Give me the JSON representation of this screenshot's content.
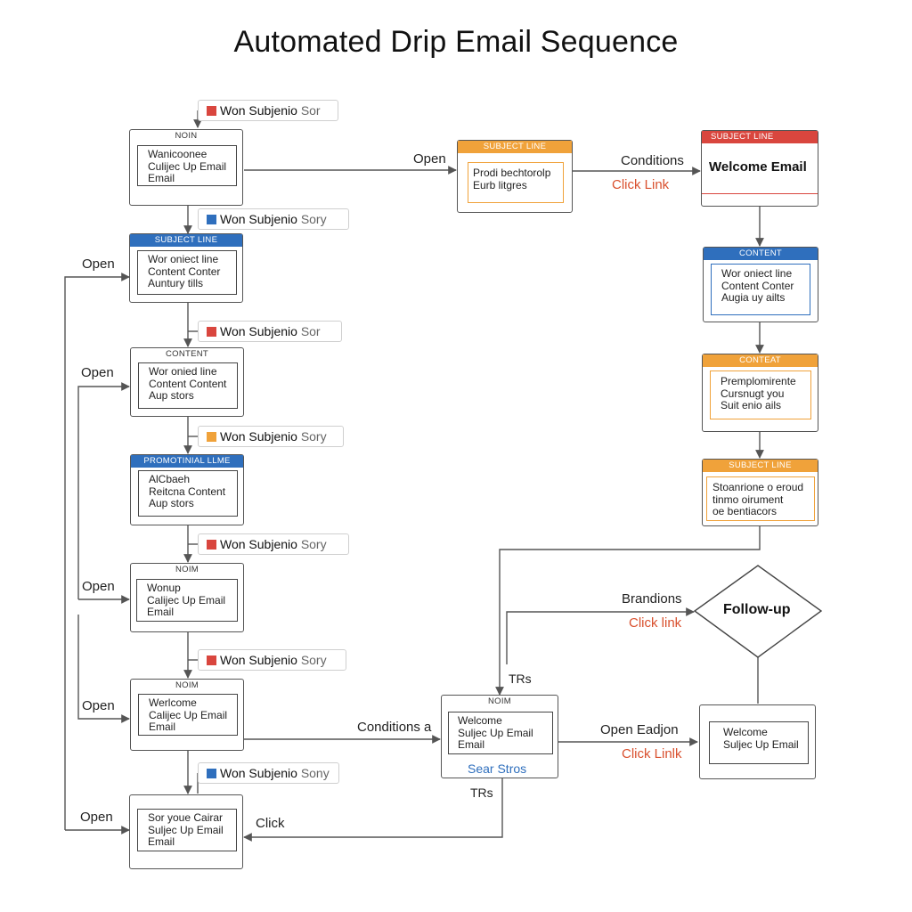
{
  "title": "Automated Drip Email Sequence",
  "colors": {
    "red": "#d9463e",
    "blue": "#2f6fbd",
    "orange": "#f0a23a",
    "line": "#555555",
    "label_red": "#d9502e"
  },
  "tags": [
    {
      "color": "red",
      "text": "Won Subjenio",
      "suffix": "Sor"
    },
    {
      "color": "blue",
      "text": "Won Subjenio",
      "suffix": "Sory"
    },
    {
      "color": "red",
      "text": "Won Subjenio",
      "suffix": "Sor"
    },
    {
      "color": "orange",
      "text": "Won Subjenio",
      "suffix": "Sory"
    },
    {
      "color": "red",
      "text": "Won Subjenio",
      "suffix": "Sory"
    },
    {
      "color": "red",
      "text": "Won Subjenio",
      "suffix": "Sory"
    },
    {
      "color": "blue",
      "text": "Won Subjenio",
      "suffix": "Sony"
    }
  ],
  "left_column": [
    {
      "header": "NOIN",
      "header_style": "plain",
      "lines": "Wanicoonee\nCulijec Up Email\nEmail"
    },
    {
      "header": "SUBJECT LINE",
      "header_style": "blue",
      "lines": "Wor oniect line\nContent Conter\nAuntury tills"
    },
    {
      "header": "CONTENT",
      "header_style": "plain",
      "lines": "Wor onied line\nContent Content\nAup stors"
    },
    {
      "header": "PROMOTINIAL LLME",
      "header_style": "blue",
      "lines": "AlCbaeh\nReitcna Content\nAup stors"
    },
    {
      "header": "NOIM",
      "header_style": "plain",
      "lines": "Wonup\nCalijec Up Email\nEmail"
    },
    {
      "header": "NOIM",
      "header_style": "plain",
      "lines": "Werlcome\nCalijec Up Email\nEmail"
    },
    {
      "header": "",
      "header_style": "plain",
      "lines": "Sor youe Cairar\nSuljec Up Email\nEmail"
    }
  ],
  "open_labels": [
    "Open",
    "Open",
    "Open",
    "Open",
    "Open"
  ],
  "top_middle": {
    "header": "SUBJECT LINE",
    "lines": "Prodi bechtorolp\nEurb litgres"
  },
  "top_right": {
    "header": "SUBJECT LINE",
    "title": "Welcome Email"
  },
  "right_column": [
    {
      "header": "CONTENT",
      "header_style": "blue",
      "lines": "Wor oniect line\nContent Conter\nAugia uy ailts"
    },
    {
      "header": "CONTEAT",
      "header_style": "orange",
      "lines": "Premplomirente\nCursnugt you\nSuit enio ails"
    },
    {
      "header": "SUBJECT LINE",
      "header_style": "orange",
      "lines": "Stoanrione o eroud\ntinmo oirument\noe bentiacors"
    }
  ],
  "center_bottom": {
    "header": "NOIM",
    "lines": "Welcome\nSuljec Up Email\nEmail",
    "footer": "Sear Stros"
  },
  "right_bottom": {
    "lines": "Welcome\nSuljec Up Email"
  },
  "diamond": {
    "label": "Follow-up"
  },
  "edge_labels": {
    "open_top": "Open",
    "conditions_top": "Conditions",
    "click_link_top": "Click Link",
    "brandions": "Brandions",
    "click_link_mid": "Click link",
    "trs_top": "TRs",
    "trs_bottom": "TRs",
    "conditions_bottom": "Conditions a",
    "open_eadjon": "Open Eadjon",
    "click_link_bottom": "Click Linlk",
    "click": "Click"
  }
}
